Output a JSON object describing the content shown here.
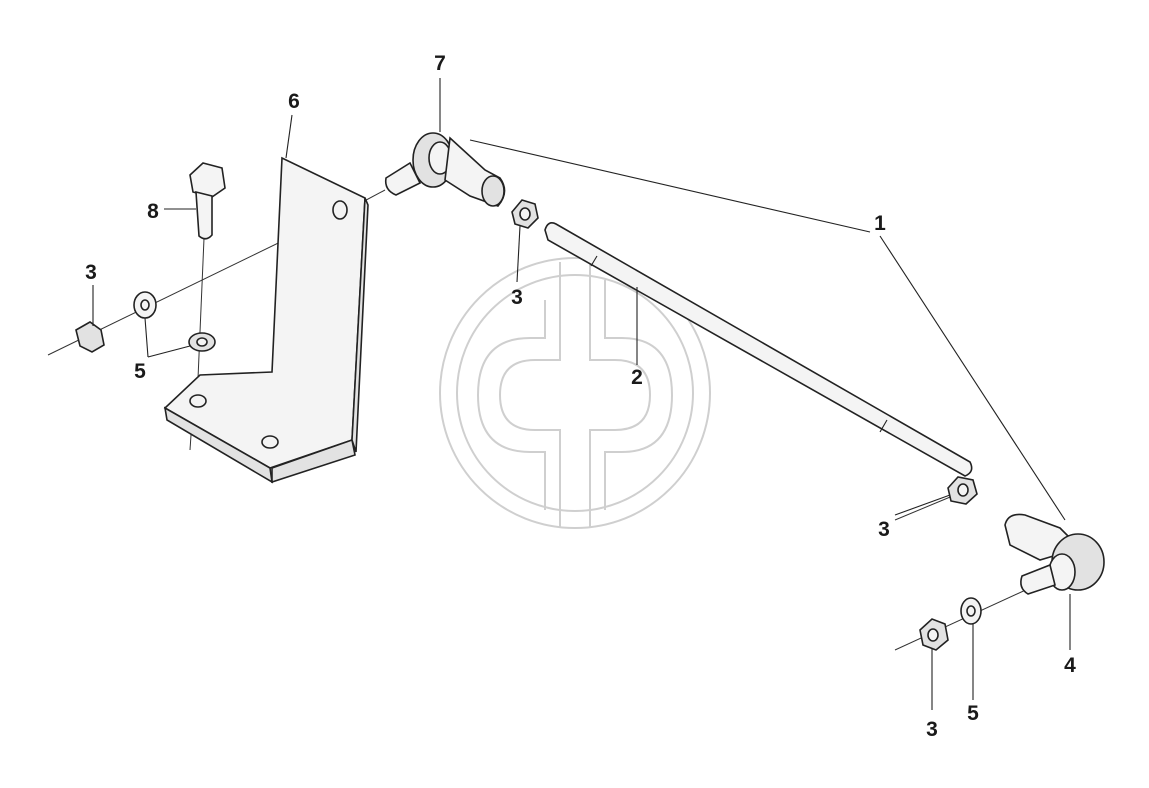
{
  "diagram": {
    "callouts": [
      {
        "id": "c7",
        "text": "7"
      },
      {
        "id": "c6",
        "text": "6"
      },
      {
        "id": "c8",
        "text": "8"
      },
      {
        "id": "c3a",
        "text": "3"
      },
      {
        "id": "c5a",
        "text": "5"
      },
      {
        "id": "c3b",
        "text": "3"
      },
      {
        "id": "c1",
        "text": "1"
      },
      {
        "id": "c2",
        "text": "2"
      },
      {
        "id": "c3c",
        "text": "3"
      },
      {
        "id": "c4",
        "text": "4"
      },
      {
        "id": "c3d",
        "text": "3"
      },
      {
        "id": "c5b",
        "text": "5"
      }
    ],
    "watermark": "cp-logo-watermark",
    "colors": {
      "ink": "#222222",
      "watermark": "#cfcfcf",
      "background": "#ffffff"
    }
  }
}
